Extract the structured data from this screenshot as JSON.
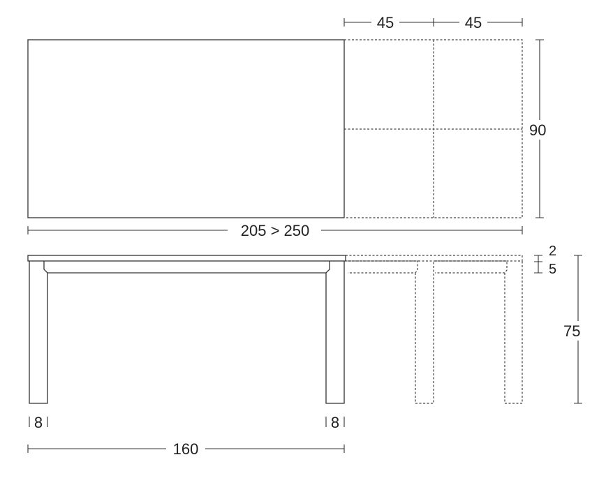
{
  "drawing": {
    "top_view": {
      "extension_widths": [
        "45",
        "45"
      ],
      "depth": "90",
      "length": "205 > 250"
    },
    "side_view": {
      "top_thickness": "2",
      "apron_height": "5",
      "height": "75",
      "leg_widths": [
        "8",
        "8"
      ],
      "leg_span": "160"
    }
  }
}
